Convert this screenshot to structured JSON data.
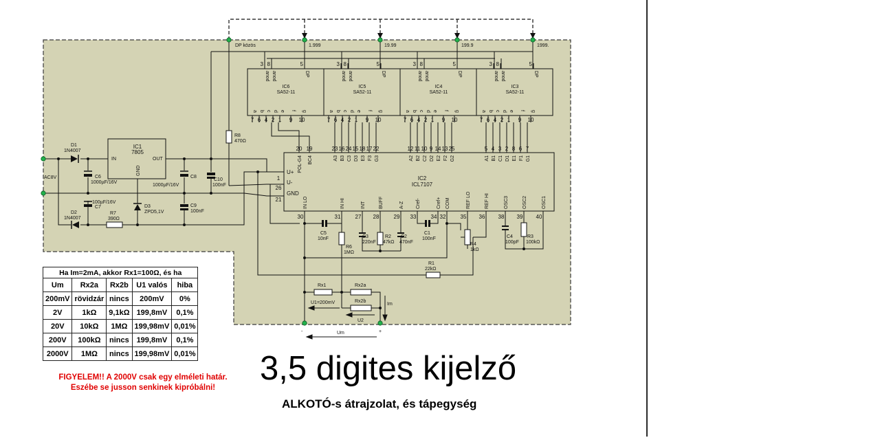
{
  "schematic": {
    "dp_label": "DP közös",
    "dp_taps": [
      "1.999",
      "19.99",
      "199.9",
      "1999."
    ],
    "displays": [
      {
        "ref": "IC6",
        "part": "SA52-11"
      },
      {
        "ref": "IC5",
        "part": "SA52-11"
      },
      {
        "ref": "IC4",
        "part": "SA52-11"
      },
      {
        "ref": "IC3",
        "part": "SA52-11"
      }
    ],
    "display_top_pins": [
      "3",
      "8",
      "5"
    ],
    "display_top_names": [
      "anod",
      "anod",
      "DP"
    ],
    "display_seg_names": [
      "a",
      "b",
      "c",
      "d",
      "e",
      "f",
      "g"
    ],
    "display_bottom_pins": [
      "7",
      "6",
      "4",
      "2",
      "1",
      "9",
      "10"
    ],
    "icl_ref": "IC2",
    "icl_part": "ICL7107",
    "icl_top_pins": [
      "20",
      "19",
      "23",
      "16",
      "24",
      "15",
      "18",
      "17",
      "22",
      "12",
      "11",
      "10",
      "9",
      "14",
      "13",
      "25",
      "5",
      "4",
      "3",
      "2",
      "8",
      "6",
      "7"
    ],
    "icl_top_names": [
      "POL-G4",
      "BC4",
      "A3",
      "B3",
      "C3",
      "D3",
      "E3",
      "F3",
      "G3",
      "A2",
      "B2",
      "C2",
      "D2",
      "E2",
      "F2",
      "G2",
      "A1",
      "B1",
      "C1",
      "D1",
      "E1",
      "F1",
      "G1"
    ],
    "icl_left_pins": [
      "1",
      "26",
      "21"
    ],
    "icl_left_names": [
      "U+",
      "U-",
      "GND"
    ],
    "icl_bottom_pins": [
      "30",
      "31",
      "27",
      "28",
      "29",
      "33",
      "34",
      "32",
      "35",
      "36",
      "38",
      "39",
      "40"
    ],
    "icl_bottom_names": [
      "IN LO",
      "IN HI",
      "INT",
      "BUFF",
      "A-Z",
      "Cref-",
      "Cref+",
      "COM",
      "REF LO",
      "REF HI",
      "OSC3",
      "OSC2",
      "OSC1"
    ],
    "regulator": {
      "ref": "IC1",
      "part": "7805",
      "in": "IN",
      "gnd": "GND",
      "out": "OUT"
    },
    "supply_label": "AC8V",
    "parts": {
      "d1": "D1",
      "d1v": "1N4007",
      "d2": "D2",
      "d2v": "1N4007",
      "d3": "D3",
      "d3v": "ZPD5,1V",
      "c6": "C6",
      "c6v": "1000µF/16V",
      "c7": "C7",
      "c7v": "100µF/16V",
      "c8": "C8",
      "c8v": "1000µF/16V",
      "c9": "C9",
      "c9v": "100nF",
      "c10": "C10",
      "c10v": "100nF",
      "r7": "R7",
      "r7v": "390Ω",
      "r8": "R8",
      "r8v": "470Ω",
      "c5": "C5",
      "c5v": "10nF",
      "r6": "R6",
      "r6v": "1MΩ",
      "c3": "C3",
      "c3v": "220nF",
      "r2": "R2",
      "r2v": "47kΩ",
      "c2": "C2",
      "c2v": "470nF",
      "c1": "C1",
      "c1v": "100nF",
      "r4": "R4",
      "r4v": "1kΩ",
      "c4": "C4",
      "c4v": "100pF",
      "r3": "R3",
      "r3v": "100kΩ",
      "r1": "R1",
      "r1v": "22kΩ",
      "rx1": "Rx1",
      "rx2a": "Rx2a",
      "rx2b": "Rx2b",
      "u1": "U1=200mV",
      "u2": "U2",
      "im": "Im",
      "um": "Um",
      "minus": "-",
      "plus": "+"
    }
  },
  "table": {
    "caption": "Ha Im=2mA, akkor Rx1=100Ω, és ha",
    "headers": [
      "Um",
      "Rx2a",
      "Rx2b",
      "U1 valós",
      "hiba"
    ],
    "rows": [
      [
        "200mV",
        "rövidzár",
        "nincs",
        "200mV",
        "0%"
      ],
      [
        "2V",
        "1kΩ",
        "9,1kΩ",
        "199,8mV",
        "0,1%"
      ],
      [
        "20V",
        "10kΩ",
        "1MΩ",
        "199,98mV",
        "0,01%"
      ],
      [
        "200V",
        "100kΩ",
        "nincs",
        "199,8mV",
        "0,1%"
      ],
      [
        "2000V",
        "1MΩ",
        "nincs",
        "199,98mV",
        "0,01%"
      ]
    ]
  },
  "warning": {
    "line1": "FIGYELEM!! A 2000V csak egy elméleti határ.",
    "line2": "Eszébe se jusson senkinek kipróbálni!"
  },
  "title": "3,5 digites kijelző",
  "subtitle": "ALKOTÓ-s átrajzolat, és tápegység",
  "colors": {
    "board_fill": "#d4d3b4",
    "board_border": "#3a3a3a",
    "wire": "#111111",
    "node_green": "#22b14c",
    "warning_red": "#e00000"
  }
}
